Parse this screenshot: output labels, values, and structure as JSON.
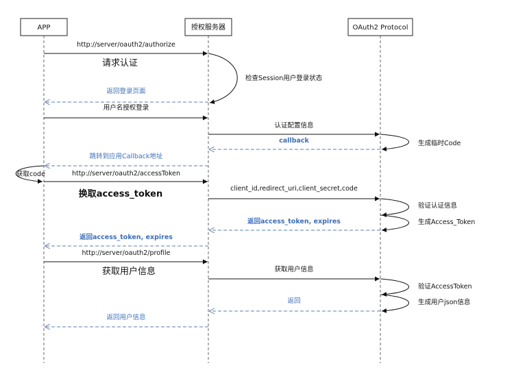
{
  "actors": [
    {
      "id": "app",
      "label": "APP"
    },
    {
      "id": "auth",
      "label": "授权服务器"
    },
    {
      "id": "oauth",
      "label": "OAuth2 Protocol"
    }
  ],
  "messages": [
    {
      "id": "m1",
      "text": "http://server/oauth2/authorize"
    },
    {
      "id": "m1b",
      "text": "请求认证"
    },
    {
      "id": "m2",
      "text": "返回登录页面"
    },
    {
      "id": "m3",
      "text": "用户名授权登录"
    },
    {
      "id": "m4",
      "text": "认证配置信息"
    },
    {
      "id": "m5",
      "text": "callback"
    },
    {
      "id": "m6",
      "text": "跳转到应用Callback地址"
    },
    {
      "id": "m7",
      "text": "http://server/oauth2/accessToken"
    },
    {
      "id": "m7b",
      "text": "换取access_token"
    },
    {
      "id": "m8",
      "text": "client_id,redirect_uri,client_secret,code"
    },
    {
      "id": "m9",
      "text": "返回access_token, expires"
    },
    {
      "id": "m10",
      "text": "返回access_token, expires"
    },
    {
      "id": "m11",
      "text": "http://server/oauth2/profile"
    },
    {
      "id": "m11b",
      "text": "获取用户信息"
    },
    {
      "id": "m12",
      "text": "获取用户信息"
    },
    {
      "id": "m13",
      "text": "返回"
    },
    {
      "id": "m14",
      "text": "返回用户信息"
    }
  ],
  "notes": {
    "check_session": "检查Session用户登录状态",
    "gen_code": "生成临时Code",
    "get_code": "获取code",
    "verify_auth": "验证认证信息",
    "gen_token": "生成Access_Token",
    "verify_token": "验证AccessToken",
    "gen_json": "生成用户json信息"
  }
}
